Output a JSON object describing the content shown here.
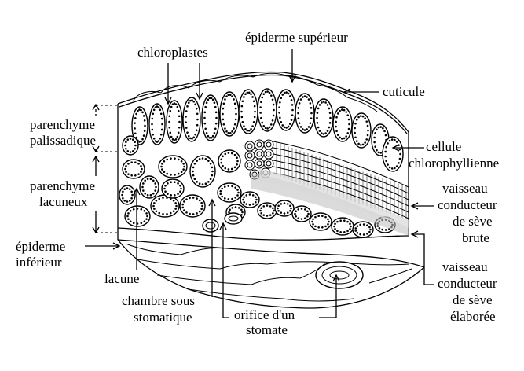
{
  "diagram": {
    "labels": {
      "chloroplastes": "chloroplastes",
      "epiderme_superieur": "épiderme supérieur",
      "cuticule": "cuticule",
      "parenchyme_palissadique_1": "parenchyme",
      "parenchyme_palissadique_2": "palissadique",
      "cellule_chlorophyllienne_1": "cellule",
      "cellule_chlorophyllienne_2": "chlorophyllienne",
      "parenchyme_lacuneux_1": "parenchyme",
      "parenchyme_lacuneux_2": "lacuneux",
      "vaisseau_seve_brute_1": "vaisseau",
      "vaisseau_seve_brute_2": "conducteur",
      "vaisseau_seve_brute_3": "de sève",
      "vaisseau_seve_brute_4": "brute",
      "epiderme_inferieur_1": "épiderme",
      "epiderme_inferieur_2": "inférieur",
      "lacune": "lacune",
      "vaisseau_seve_elaboree_1": "vaisseau",
      "vaisseau_seve_elaboree_2": "conducteur",
      "vaisseau_seve_elaboree_3": "de sève",
      "vaisseau_seve_elaboree_4": "élaborée",
      "chambre_sous_stomatique_1": "chambre sous",
      "chambre_sous_stomatique_2": "stomatique",
      "orifice_stomate_1": "orifice d'un",
      "orifice_stomate_2": "stomate"
    }
  }
}
